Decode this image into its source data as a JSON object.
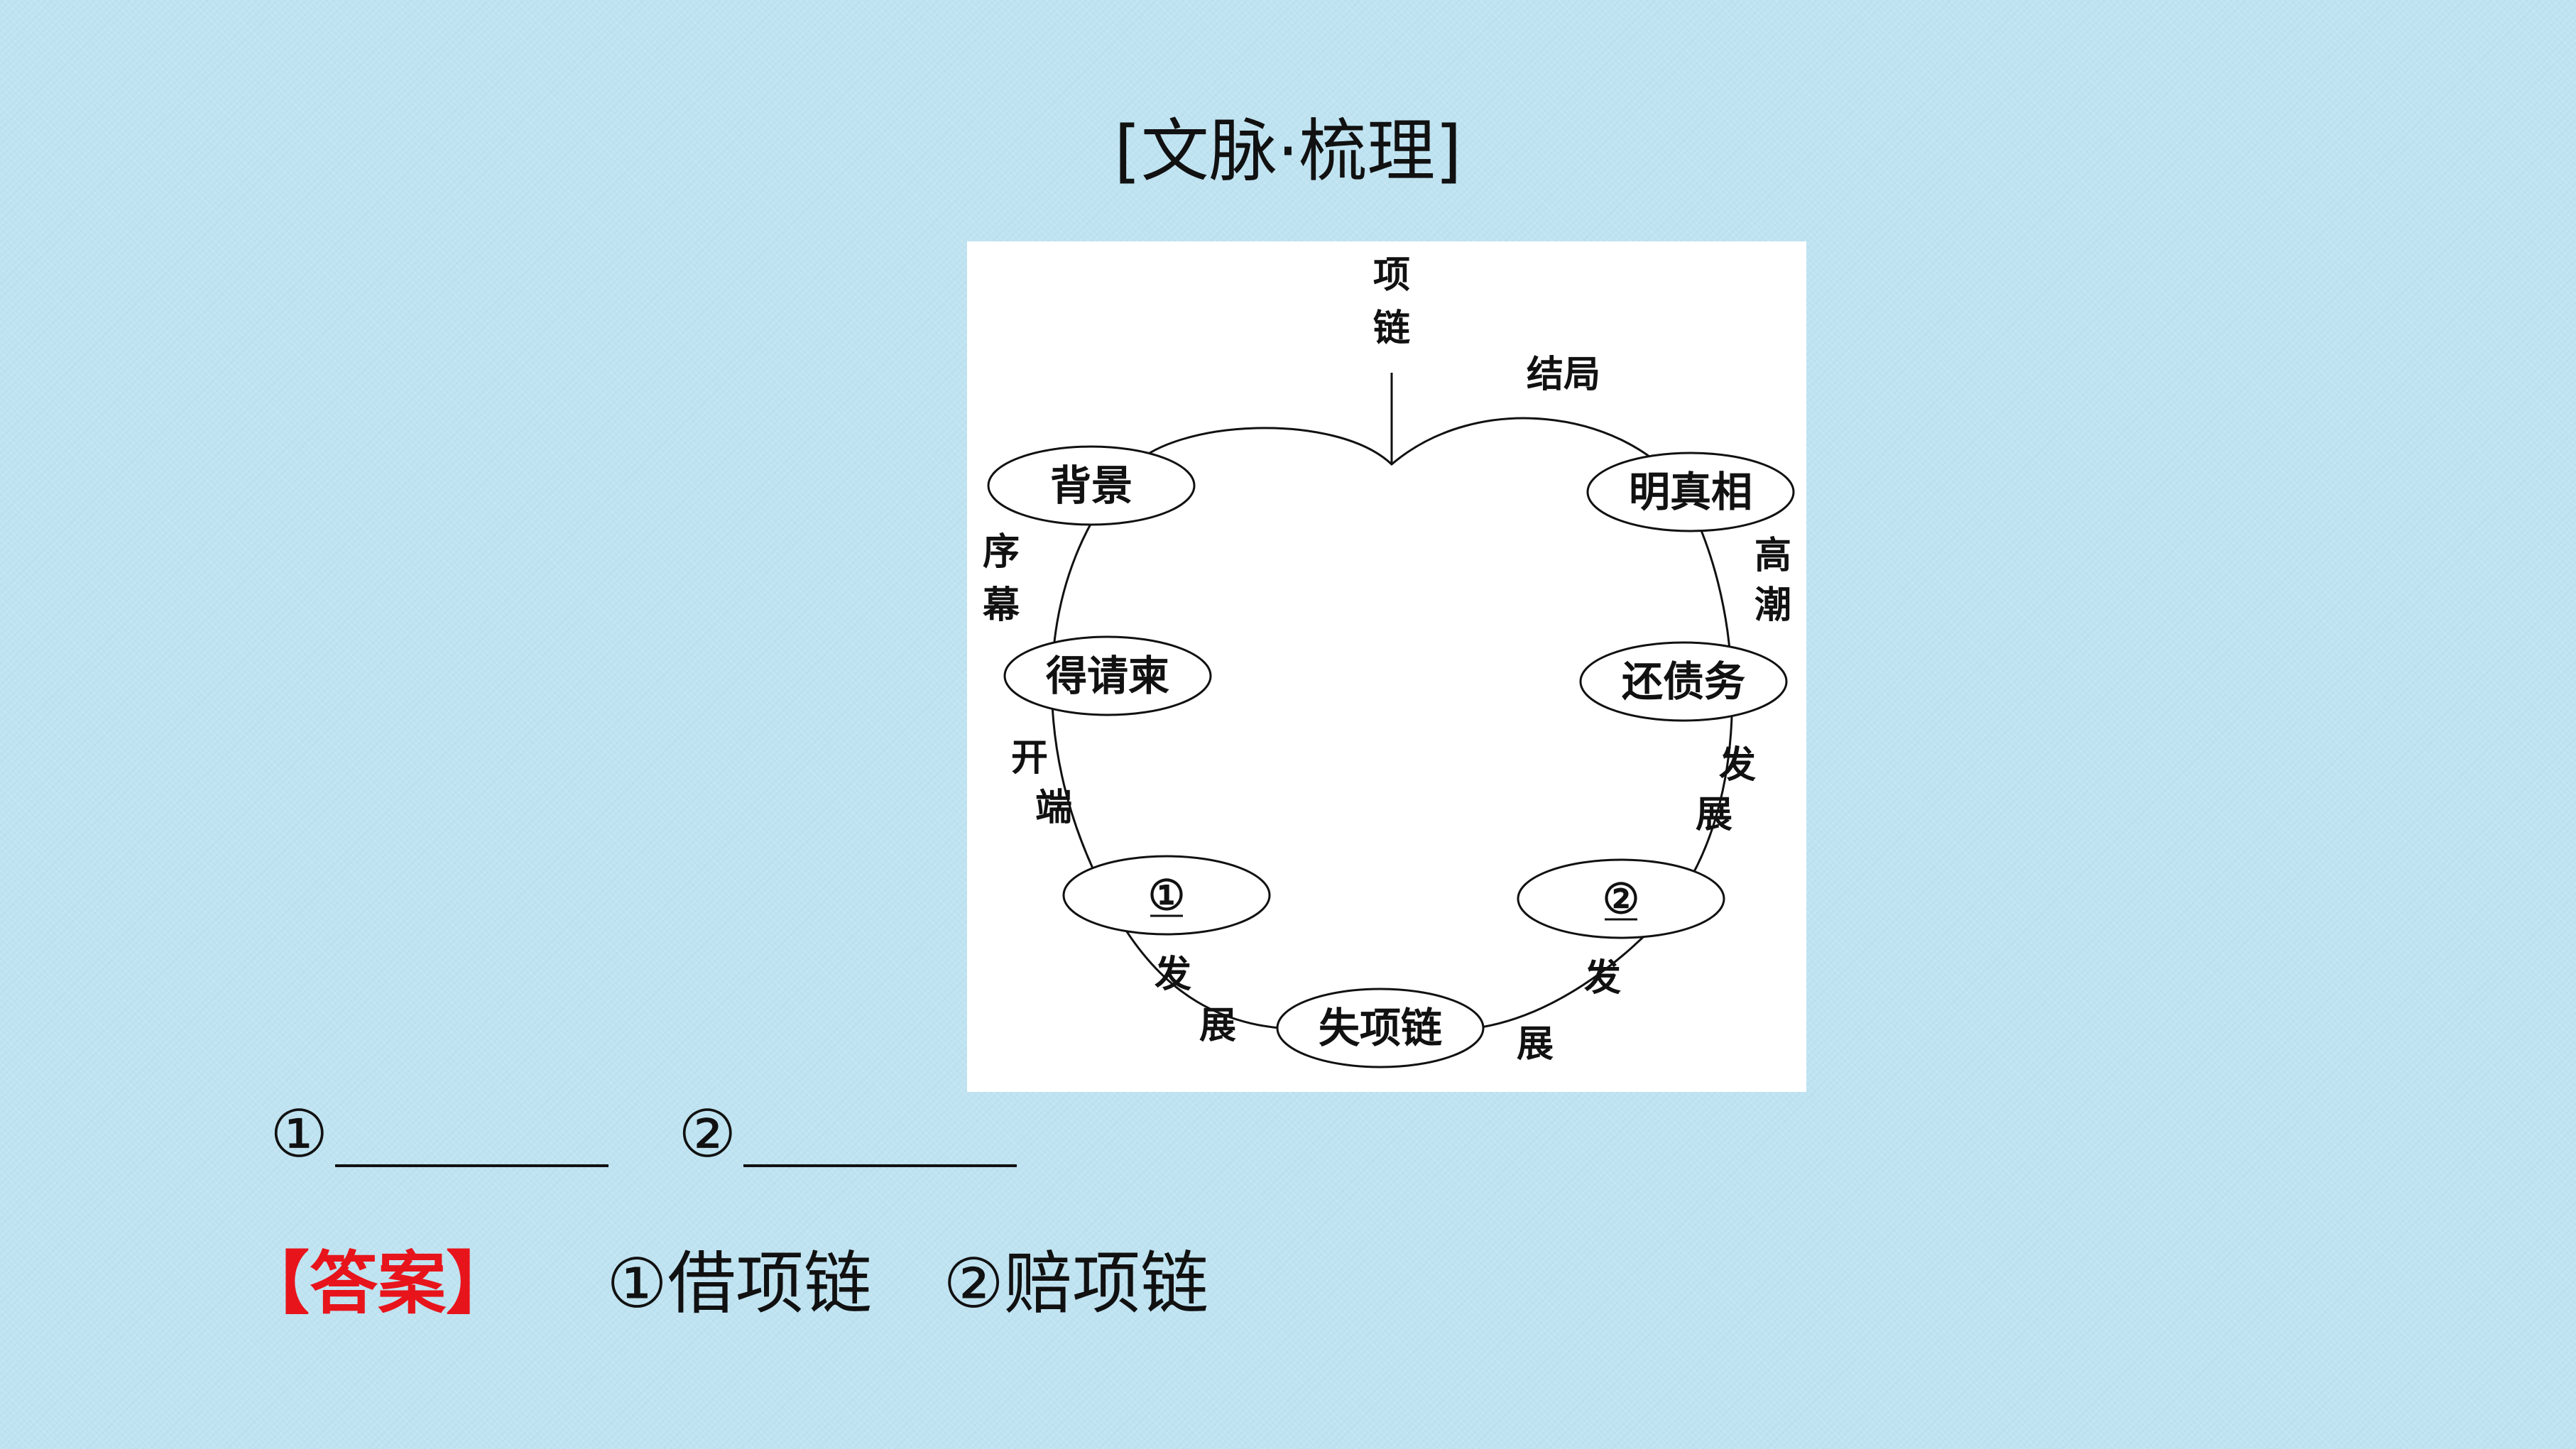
{
  "title": "[文脉·梳理]",
  "diagram": {
    "top_label": [
      "项",
      "链"
    ],
    "nodes": {
      "beijing": "背景",
      "mingzhenxiang": "明真相",
      "deqingjian": "得请柬",
      "huanzhaiwu": "还债务",
      "blank1": "①",
      "blank2": "②",
      "shixianglian": "失项链"
    },
    "edges": {
      "jieju": "结局",
      "xumu": [
        "序",
        "幕"
      ],
      "gaochao": [
        "高",
        "潮"
      ],
      "kaiduan": [
        "开",
        "端"
      ],
      "fazhan_right": [
        "发",
        "展"
      ],
      "fazhan_left": [
        "发",
        "展"
      ],
      "fazhan_bottom": [
        "发",
        "展"
      ]
    }
  },
  "blanks": {
    "first": "①",
    "second": "②"
  },
  "answer": {
    "tag": "【答案】",
    "first": "①借项链",
    "second": "②赔项链"
  },
  "colors": {
    "background": "#bfe3f1",
    "answer_tag": "#e8141b",
    "figure_bg": "#ffffff"
  }
}
